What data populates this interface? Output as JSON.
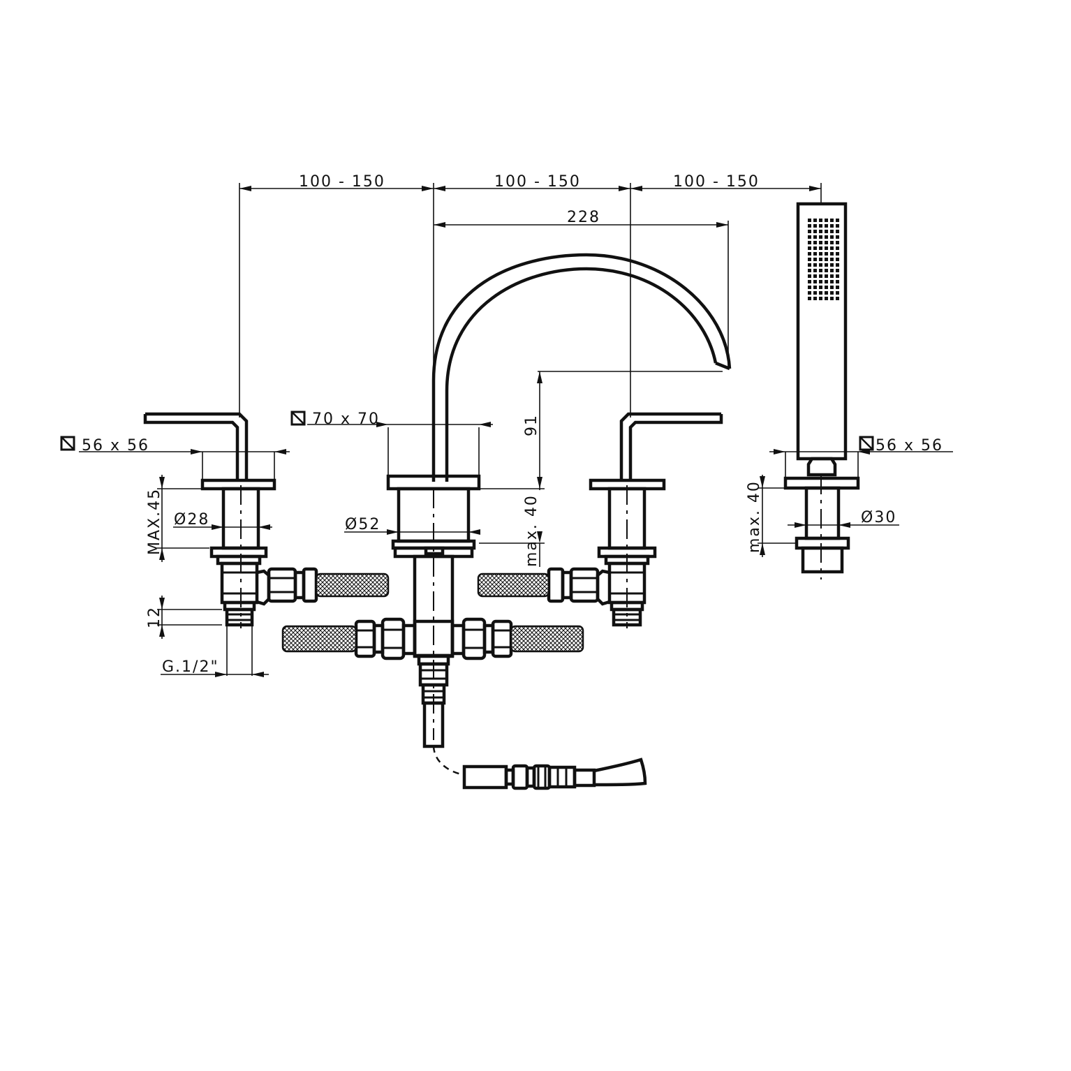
{
  "dimensions": {
    "spacing_left": "100 - 150",
    "spacing_center": "100 - 150",
    "spacing_right": "100 - 150",
    "spout_reach": "228",
    "spout_height": "91",
    "left_plate": "56 x 56",
    "center_plate": "70 x 70",
    "right_plate": "56 x 56",
    "left_max_deck": "MAX.45",
    "left_shank_dia": "Ø28",
    "center_shank_dia": "Ø52",
    "center_max_deck": "max. 40",
    "right_max_deck": "max. 40",
    "right_shank_dia": "Ø30",
    "thread_length": "12",
    "thread_size": "G.1/2\""
  },
  "colors": {
    "line": "#111111",
    "background": "#ffffff"
  },
  "icons": {
    "square_plate_symbol": "square-section-icon"
  }
}
